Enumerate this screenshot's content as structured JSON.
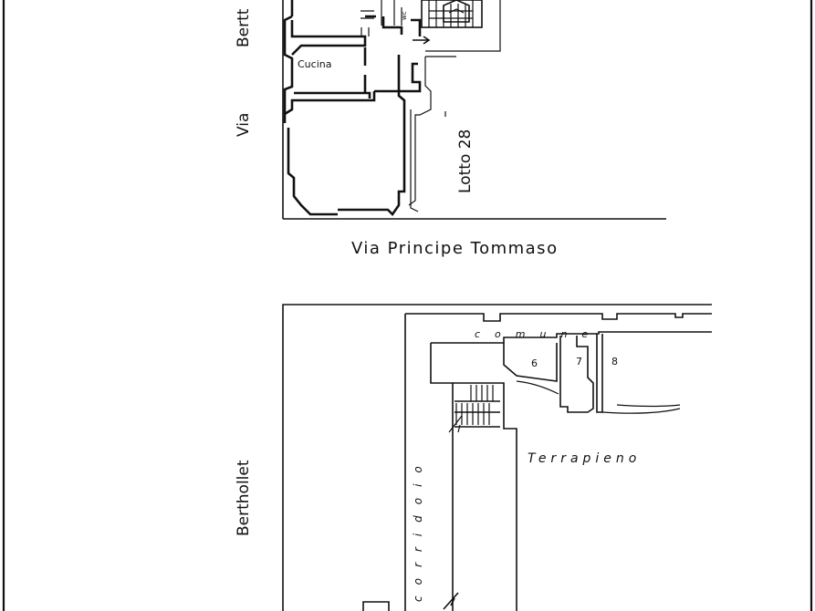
{
  "plan_upper": {
    "street_left": "Via Berthollet",
    "street_left_visible_prefix": "Via",
    "street_left_visible_rest": "Bertt",
    "street_bottom": "Via Principe Tommaso",
    "room_kitchen": "Cucina",
    "room_wc": "wc",
    "lot_label": "Lotto 28"
  },
  "plan_lower": {
    "street_left": "Berthollet",
    "shared_corridor": "comune",
    "corridor": "corridoio",
    "embankment": "Terrapieno",
    "cellar_6": "6",
    "cellar_7": "7",
    "cellar_8": "8"
  },
  "colors": {
    "ink": "#111111",
    "paper": "#ffffff"
  }
}
